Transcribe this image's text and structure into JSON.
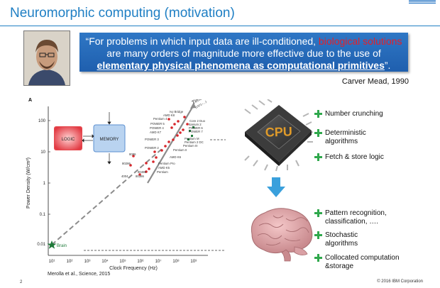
{
  "slide": {
    "title": "Neuromorphic computing (motivation)",
    "quote": {
      "part1": "“For problems in which input data are ill-conditioned, ",
      "part2_red": "biological solutions",
      "part3": " are many orders of magnitude more effective due to the use of ",
      "part4_bold": "elementary physical phenomena as computational primitives",
      "part5": "”."
    },
    "attribution": "Carver Mead, 1990",
    "panel_label": "A",
    "citation": "Merolla et al., Science, 2015",
    "page_number": "2",
    "copyright": "© 2016 IBM Corporation"
  },
  "figure": {
    "ylabel": "Power Density (W/cm²)",
    "xlabel": "Clock Frequency (Hz)",
    "yticks": [
      "100",
      "10",
      "1",
      "0.1",
      "0.01"
    ],
    "xticks": [
      "10¹",
      "10²",
      "10³",
      "10⁴",
      "10⁵",
      "10⁶",
      "10⁷",
      "10⁸",
      "10⁹"
    ],
    "logic_label": "LOGIC",
    "memory_label": "MEMORY",
    "time_label": "Time",
    "time_sub": "(1971–…)",
    "brain_label": "Brain",
    "processors": [
      "Ivy Bridge",
      "AMD K8",
      "Pentium 4",
      "POWER 5",
      "POWER 4",
      "AMD K7",
      "POWER 3",
      "Core 2 Duo",
      "Itanium 2",
      "POWER 6",
      "POWER 7",
      "Pentium M",
      "Pentium 2 DC",
      "Pentium III",
      "POWER 2",
      "Pentium II",
      "AMD K6",
      "8086",
      "80286",
      "Pentium Pro",
      "AMD K5",
      "80486",
      "80386",
      "Pentium",
      "4004"
    ]
  },
  "cpu": {
    "chip_label": "CPU"
  },
  "cpu_bullets": [
    "Number crunching",
    "Deterministic algorithms",
    "Fetch & store logic"
  ],
  "brain_bullets": [
    "Pattern recognition, classification, ….",
    "Stochastic algorithms",
    "Collocated computation &storage"
  ],
  "colors": {
    "title_blue": "#1f7fc4",
    "quote_bg": "#2f77c5",
    "highlight_red": "#e3202a",
    "plus_green": "#2fa84c",
    "arrow_blue": "#3aa0dc"
  }
}
